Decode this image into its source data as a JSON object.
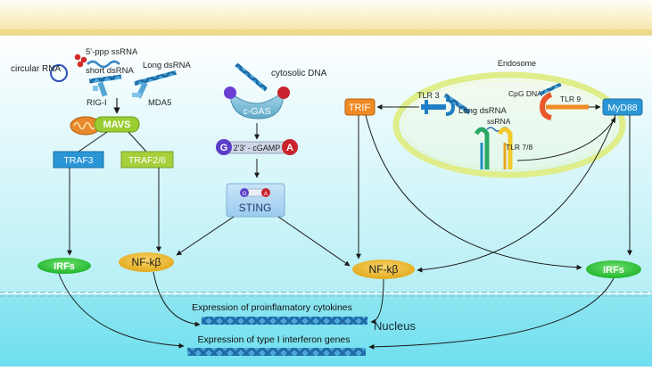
{
  "membrane": {
    "color_top": "#f6e7a6",
    "color_bottom": "#fefdf2"
  },
  "colors": {
    "cytoplasm_top": "#ffffff",
    "cytoplasm_bottom": "#bff1f7",
    "nucleus": "#78e3f0",
    "box_blue": "#2b96d6",
    "box_green": "#9acd32",
    "box_orange": "#f08a24",
    "oval_green": "#2ccd3b",
    "oval_yellow": "#eebd2c"
  },
  "labels": {
    "circular_rna": "circular RNA",
    "ppp_ssrna": "5'-ppp ssRNA",
    "short_dsrna": "short dsRNA",
    "long_dsrna_left": "Long dsRNA",
    "rig_i": "RIG-I",
    "mda5": "MDA5",
    "mavs": "MAVS",
    "traf3": "TRAF3",
    "traf26": "TRAF2/6",
    "cytosolic_dna": "cytosolic DNA",
    "cgas": "c-GAS",
    "g": "G",
    "a": "A",
    "cgamp": "2'3' - cGAMP",
    "sting": "STING",
    "sting_g": "G",
    "sting_a": "A",
    "endosome": "Endosome",
    "trif": "TRIF",
    "tlr3": "TLR 3",
    "long_dsrna_right": "Long dsRNA",
    "cpg_dna": "CpG DNA",
    "tlr9": "TLR 9",
    "myd88": "MyD88",
    "ssrna": "ssRNA",
    "tlr78": "TLR 7/8",
    "irfs_left": "IRFs",
    "nfkb_left": "NF-kβ",
    "nfkb_right": "NF-kβ",
    "irfs_right": "IRFs",
    "nucleus": "Nucleus",
    "expr_cytokines": "Expression of proinflamatory cytokines",
    "expr_interferon": "Expression of type I interferon genes"
  }
}
